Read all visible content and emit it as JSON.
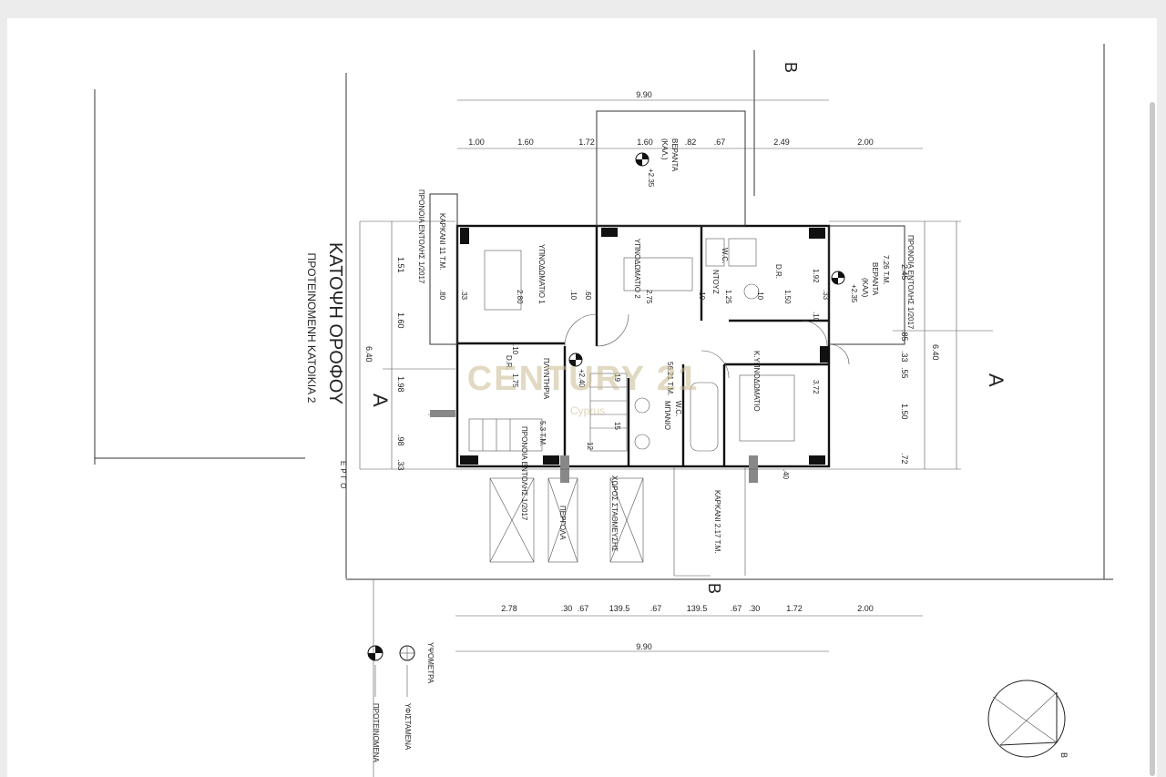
{
  "title": "ΚΑΤΟΨΗ ΟΡΟΦΟΥ",
  "subtitle": "ΠΡΟΤΕΙΝΟΜΕΝΗ ΚΑΤΟΙΚΙΑ 2",
  "watermark": {
    "brand": "CENTURY 21",
    "sub": "Cyprus"
  },
  "section_markers": {
    "a": "A",
    "b": "B"
  },
  "top_dims_outer": "9.90",
  "top_dims": [
    "1.00",
    "1.60",
    "1.72",
    "1.60",
    ".82",
    ".67",
    "2.49",
    "2.00"
  ],
  "bottom_dims": [
    "2.78",
    ".30",
    ".67",
    "139.5",
    ".67",
    "139.5",
    ".67",
    ".30",
    "1.72",
    "2.00"
  ],
  "bottom_dims_outer": "9.90",
  "left_dims": {
    "overall": "6.40",
    "segments": [
      "1.51",
      "1.60",
      "1.98",
      ".98",
      ".33"
    ]
  },
  "right_dims": {
    "overall": "6.40",
    "segments": [
      "2.45",
      ".85",
      ".33",
      ".55",
      "1.50",
      ".72"
    ]
  },
  "left_notes": [
    "ΠΡΟΝΟΙΑ ΕΝΤΟΛΗΣ 1/2017",
    "ΚΑΡΚΑΝΙ 11 Τ.Μ.",
    ".80",
    ".33"
  ],
  "right_notes": [
    "ΠΡΟΝΟΙΑ ΕΝΤΟΛΗΣ 1/2017",
    "7.26 Τ.Μ.",
    "ΒΕΡΑΝΤΑ",
    "(ΚΑΛ)",
    "+2.35"
  ],
  "top_notes": [
    "ΒΕΡΑΝΤΑ",
    "(ΚΑΛ.)",
    "+2.35"
  ],
  "rooms": {
    "bed1": "ΥΠΝΟΔΩΜΑΤΙΟ 1",
    "bed2": "ΥΠΝΟΔΩΜΑΤΙΟ 2",
    "master": "Κ.ΥΠΝΟΔΩΜΑΤΙΟ",
    "bath": "ΜΠΑΝΙΟ",
    "wc": "W.C.",
    "shower": "ΝΤΟΥΖ",
    "wc2": "W.C.",
    "dr1": "D.R.",
    "dr2": "D.R.",
    "landing": "ΠΛΥΝΤΗΡΙΑ",
    "stairs_area": "+2.40",
    "area_main": "56.21 Τ.Μ.",
    "pergola": "ΠΕΡΓΟΛΑ",
    "parking": "ΧΩΡΟΣ ΣΤΑΘΜΕΥΣΗΣ",
    "note_bottom": "ΠΡΟΝΟΙΑ ΕΝΤΟΛΗΣ 1/2017",
    "small_area": "5.3 Τ.Μ.",
    "karkani": "ΚΑΡΚΑΝΙ 2.17 Τ.Μ."
  },
  "inner_dims": [
    "2.80",
    ".10",
    ".60",
    "2.75",
    ".10",
    "1.25",
    ".10",
    "1.50",
    ".33",
    "1.92",
    ".10",
    "3.72",
    ".10",
    "19",
    "15",
    "12",
    "1.75",
    ".10"
  ],
  "dim_40": ".40",
  "side_label_ergo": "ΕΡΓΟ",
  "legend": {
    "title": "ΥΨΟΜΕΤΡΑ",
    "existing": "ΥΦΙΣΤΑΜΕΝΑ",
    "proposed": "ΠΡΟΤΕΙΝΟΜΕΝΑ"
  },
  "north_label": "B"
}
